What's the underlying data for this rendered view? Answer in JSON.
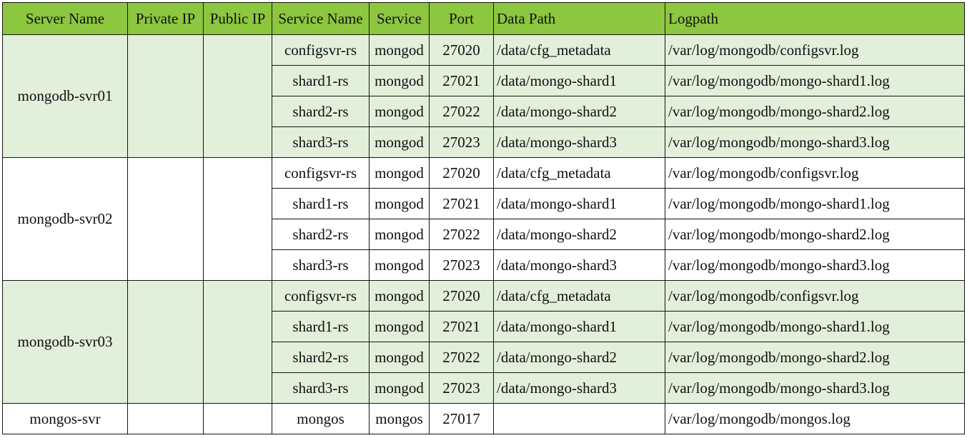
{
  "table": {
    "header_bg": "#8DC63F",
    "band_bg": "#E2EFDA",
    "alt_bg": "#FFFFFF",
    "border_color": "#141414",
    "columns": [
      {
        "key": "server_name",
        "label": "Server Name",
        "align": "center"
      },
      {
        "key": "private_ip",
        "label": "Private IP",
        "align": "center"
      },
      {
        "key": "public_ip",
        "label": "Public IP",
        "align": "center"
      },
      {
        "key": "service_name",
        "label": "Service Name",
        "align": "center"
      },
      {
        "key": "service",
        "label": "Service",
        "align": "center"
      },
      {
        "key": "port",
        "label": "Port",
        "align": "center"
      },
      {
        "key": "data_path",
        "label": "Data Path",
        "align": "left"
      },
      {
        "key": "logpath",
        "label": "Logpath",
        "align": "left"
      }
    ],
    "groups": [
      {
        "server_name": "mongodb-svr01",
        "private_ip": "",
        "public_ip": "",
        "shade": "green",
        "rows": [
          {
            "service_name": "configsvr-rs",
            "service": "mongod",
            "port": "27020",
            "data_path": "/data/cfg_metadata",
            "logpath": "/var/log/mongodb/configsvr.log"
          },
          {
            "service_name": "shard1-rs",
            "service": "mongod",
            "port": "27021",
            "data_path": "/data/mongo-shard1",
            "logpath": "/var/log/mongodb/mongo-shard1.log"
          },
          {
            "service_name": "shard2-rs",
            "service": "mongod",
            "port": "27022",
            "data_path": "/data/mongo-shard2",
            "logpath": "/var/log/mongodb/mongo-shard2.log"
          },
          {
            "service_name": "shard3-rs",
            "service": "mongod",
            "port": "27023",
            "data_path": "/data/mongo-shard3",
            "logpath": "/var/log/mongodb/mongo-shard3.log"
          }
        ]
      },
      {
        "server_name": "mongodb-svr02",
        "private_ip": "",
        "public_ip": "",
        "shade": "white",
        "rows": [
          {
            "service_name": "configsvr-rs",
            "service": "mongod",
            "port": "27020",
            "data_path": "/data/cfg_metadata",
            "logpath": "/var/log/mongodb/configsvr.log"
          },
          {
            "service_name": "shard1-rs",
            "service": "mongod",
            "port": "27021",
            "data_path": "/data/mongo-shard1",
            "logpath": "/var/log/mongodb/mongo-shard1.log"
          },
          {
            "service_name": "shard2-rs",
            "service": "mongod",
            "port": "27022",
            "data_path": "/data/mongo-shard2",
            "logpath": "/var/log/mongodb/mongo-shard2.log"
          },
          {
            "service_name": "shard3-rs",
            "service": "mongod",
            "port": "27023",
            "data_path": "/data/mongo-shard3",
            "logpath": "/var/log/mongodb/mongo-shard3.log"
          }
        ]
      },
      {
        "server_name": "mongodb-svr03",
        "private_ip": "",
        "public_ip": "",
        "shade": "green",
        "rows": [
          {
            "service_name": "configsvr-rs",
            "service": "mongod",
            "port": "27020",
            "data_path": "/data/cfg_metadata",
            "logpath": "/var/log/mongodb/configsvr.log"
          },
          {
            "service_name": "shard1-rs",
            "service": "mongod",
            "port": "27021",
            "data_path": "/data/mongo-shard1",
            "logpath": "/var/log/mongodb/mongo-shard1.log"
          },
          {
            "service_name": "shard2-rs",
            "service": "mongod",
            "port": "27022",
            "data_path": "/data/mongo-shard2",
            "logpath": "/var/log/mongodb/mongo-shard2.log"
          },
          {
            "service_name": "shard3-rs",
            "service": "mongod",
            "port": "27023",
            "data_path": "/data/mongo-shard3",
            "logpath": "/var/log/mongodb/mongo-shard3.log"
          }
        ]
      },
      {
        "server_name": "mongos-svr",
        "private_ip": "",
        "public_ip": "",
        "shade": "white",
        "rows": [
          {
            "service_name": "mongos",
            "service": "mongos",
            "port": "27017",
            "data_path": "",
            "logpath": "/var/log/mongodb/mongos.log"
          }
        ]
      }
    ]
  }
}
